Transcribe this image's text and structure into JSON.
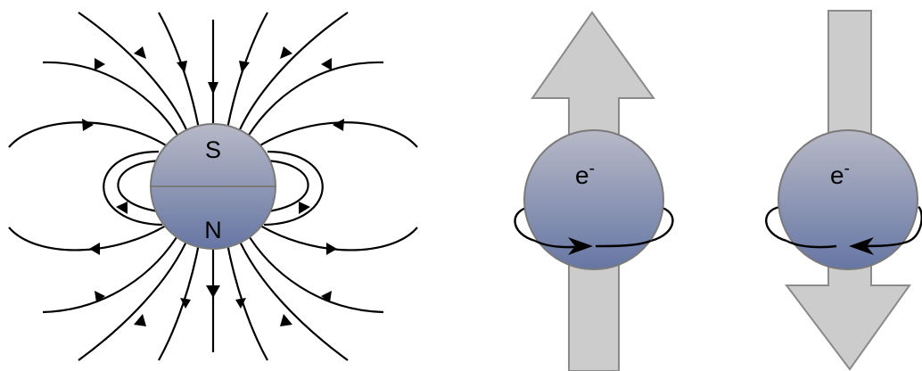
{
  "magnet": {
    "top_pole": "S",
    "bottom_pole": "N"
  },
  "electrons": [
    {
      "symbol": "e",
      "charge": "-",
      "spin": "up"
    },
    {
      "symbol": "e",
      "charge": "-",
      "spin": "down"
    }
  ],
  "colors": {
    "sphere_top": "#b7b9c6",
    "sphere_bottom": "#6676a4",
    "sphere_stroke": "#7a7a7a",
    "arrow_fill": "#cccccc",
    "arrow_stroke": "#8a8a8a",
    "line": "#000000"
  }
}
